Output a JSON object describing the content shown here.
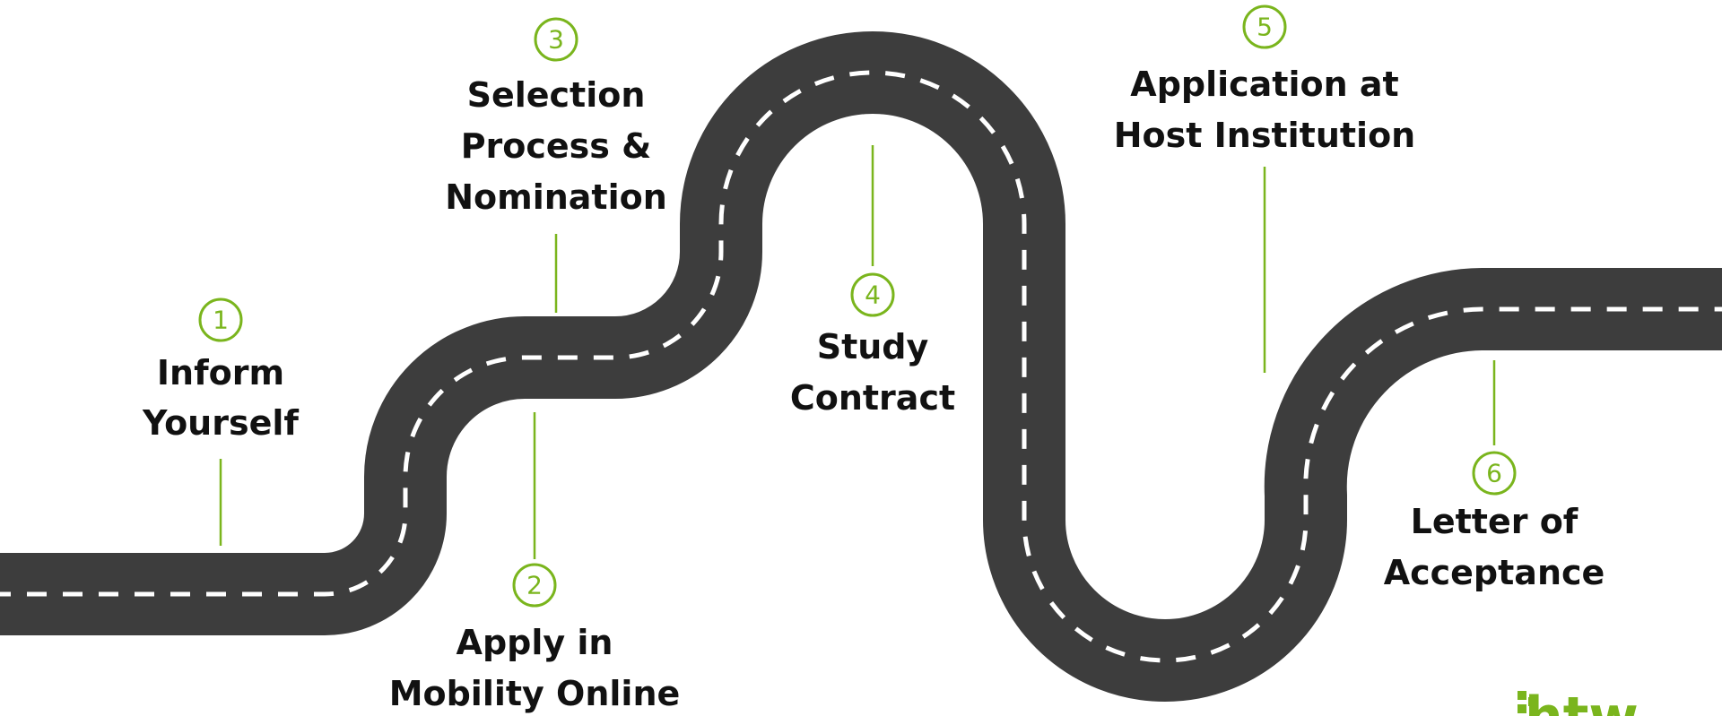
{
  "colors": {
    "road": "#3d3d3d",
    "lane_marking": "#ffffff",
    "accent": "#7ab51d",
    "text": "#111111"
  },
  "logo": {
    "text": "htw"
  },
  "steps": [
    {
      "number": "1",
      "lines": [
        "Inform",
        "Yourself"
      ]
    },
    {
      "number": "2",
      "lines": [
        "Apply in",
        "Mobility Online"
      ]
    },
    {
      "number": "3",
      "lines": [
        "Selection",
        "Process &",
        "Nomination"
      ]
    },
    {
      "number": "4",
      "lines": [
        "Study",
        "Contract"
      ]
    },
    {
      "number": "5",
      "lines": [
        "Application at",
        "Host Institution"
      ]
    },
    {
      "number": "6",
      "lines": [
        "Letter of",
        "Acceptance"
      ]
    }
  ]
}
